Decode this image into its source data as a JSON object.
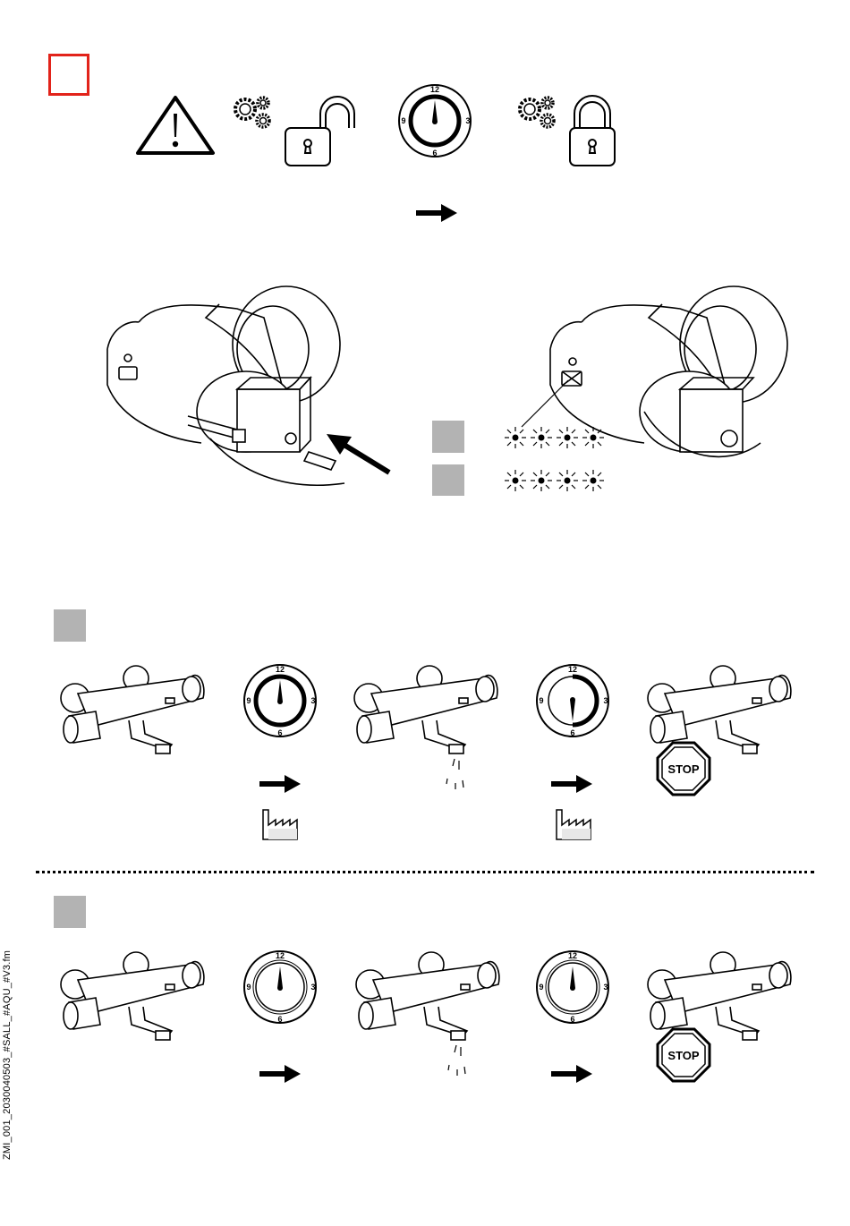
{
  "colors": {
    "warning_frame": "#e2231a",
    "step_marker": "#b3b3b3",
    "ink": "#000000"
  },
  "icons": {
    "top_row": [
      "warning-triangle-icon",
      "gears-icon",
      "padlock-open-icon",
      "dial-clock-icon",
      "gears-icon",
      "padlock-closed-icon"
    ],
    "arrow": "arrow-right-icon",
    "factory": "factory-icon",
    "stop": "stop-sign-icon",
    "led": "led-blink-icon"
  },
  "dial": {
    "n12": "12",
    "n3": "3",
    "n6": "6",
    "n9": "9"
  },
  "stop_sign": {
    "label": "STOP"
  },
  "side_code": "ZMI_001_2030040503_#SALL_#AQU_#V3.fm",
  "led_rows": [
    4,
    4
  ]
}
